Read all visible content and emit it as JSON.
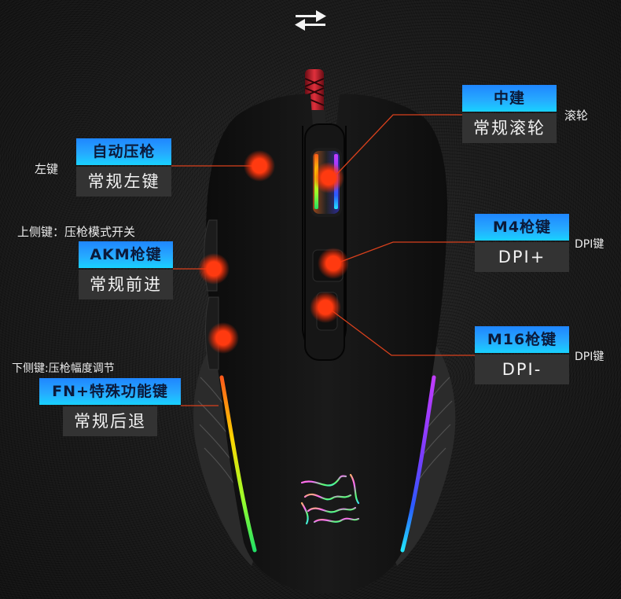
{
  "header": {
    "icon": "swap-arrows-icon"
  },
  "colors": {
    "label_top_start": "#1f86ff",
    "label_top_end": "#19d2ff",
    "label_bottom": "#333333",
    "hotspot": "#ff3a10",
    "leader": "#d8401c"
  },
  "callouts": {
    "left_button": {
      "side_label": "左键",
      "primary": "自动压枪",
      "secondary": "常规左键"
    },
    "upper_side": {
      "caption": "上侧键：压枪模式开关",
      "primary": "AKM枪键",
      "secondary": "常规前进"
    },
    "lower_side": {
      "caption": "下侧键:压枪幅度调节",
      "primary": "FN+特殊功能键",
      "secondary": "常规后退"
    },
    "middle": {
      "side_label": "滚轮",
      "primary": "中建",
      "secondary": "常规滚轮"
    },
    "m4": {
      "side_label": "DPI键",
      "primary": "M4枪键",
      "secondary": "DPI+"
    },
    "m16": {
      "side_label": "DPI键",
      "primary": "M16枪键",
      "secondary": "DPI-"
    }
  }
}
